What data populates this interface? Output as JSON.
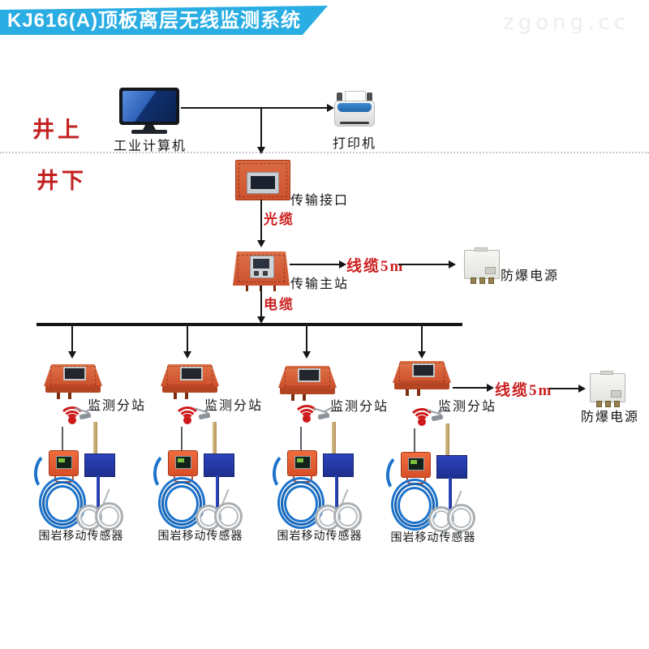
{
  "header": {
    "title": "KJ616(A)顶板离层无线监测系统",
    "watermark": "zgong.cc"
  },
  "zones": {
    "surface": "井上",
    "underground": "井下"
  },
  "surface_devices": {
    "computer_label": "工业计算机",
    "printer_label": "打印机"
  },
  "backbone": {
    "interface_label": "传输接口",
    "optical_cable_label": "光缆",
    "master_label": "传输主站",
    "master_power_link_label": "线缆5m",
    "master_power_label": "防爆电源",
    "electric_cable_label": "电缆"
  },
  "substations": [
    {
      "label": "监测分站"
    },
    {
      "label": "监测分站"
    },
    {
      "label": "监测分站"
    },
    {
      "label": "监测分站"
    }
  ],
  "substation_power": {
    "link_label": "线缆5m",
    "power_label": "防爆电源"
  },
  "sensors": [
    {
      "label": "围岩移动传感器"
    },
    {
      "label": "围岩移动传感器"
    },
    {
      "label": "围岩移动传感器"
    },
    {
      "label": "围岩移动传感器"
    }
  ],
  "icons": {
    "computer": "industrial-computer-icon",
    "printer": "printer-icon",
    "wifi": "wifi-signal-icon",
    "red_enclosure": "flameproof-enclosure-icon",
    "power_supply": "power-supply-box-icon",
    "sensor": "rock-movement-sensor-icon"
  },
  "colors": {
    "banner-blue": "#29ade3",
    "red-text": "#cb1f1f",
    "box-red": "#cf5130",
    "wifi-red": "#cd1a1a",
    "cable-blue": "#1d73cb",
    "panel-blue": "#2437a6",
    "line-black": "#161616"
  }
}
